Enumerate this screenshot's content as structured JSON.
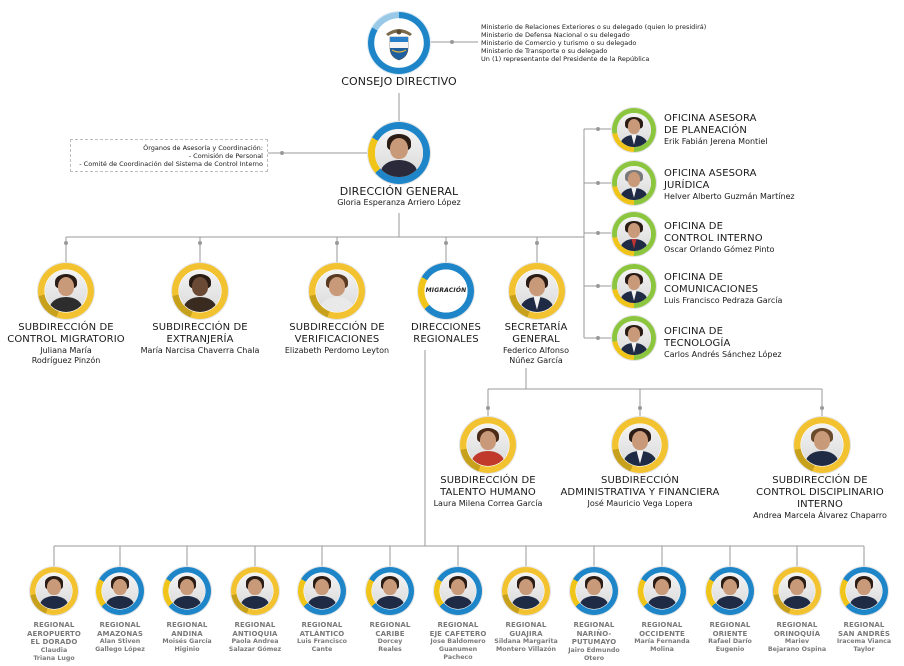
{
  "consejo": {
    "title": "CONSEJO DIRECTIVO",
    "members": [
      "Ministerio de Relaciones Exteriores o su delegado (quien lo presidirá)",
      "Ministerio de Defensa Nacional o su delegado",
      "Ministerio de Comercio y turismo o su delegado",
      "Ministerio de Transporte o su delegado",
      "Un (1) representante del Presidente de la República"
    ]
  },
  "organos": {
    "heading": "Órganos de Asesoría y Coordinación:",
    "items": [
      "- Comisión de Personal",
      "- Comité de Coordinación del Sistema de Control Interno"
    ]
  },
  "direccion": {
    "title": "DIRECCIÓN GENERAL",
    "name": "Gloria Esperanza Arriero López"
  },
  "oficinas": [
    {
      "title1": "OFICINA ASESORA",
      "title2": "DE PLANEACIÓN",
      "name": "Erik Fabián Jerena Montiel"
    },
    {
      "title1": "OFICINA ASESORA",
      "title2": "JURÍDICA",
      "name": "Helver Alberto Guzmán Martínez"
    },
    {
      "title1": "OFICINA DE",
      "title2": "CONTROL INTERNO",
      "name": "Oscar Orlando Gómez Pinto"
    },
    {
      "title1": "OFICINA DE",
      "title2": "COMUNICACIONES",
      "name": "Luis Francisco Pedraza García"
    },
    {
      "title1": "OFICINA DE",
      "title2": "TECNOLOGÍA",
      "name": "Carlos Andrés Sánchez López"
    }
  ],
  "subdirecciones": [
    {
      "title1": "SUBDIRECCIÓN DE",
      "title2": "CONTROL MIGRATORIO",
      "name1": "Juliana María",
      "name2": "Rodríguez Pinzón"
    },
    {
      "title1": "SUBDIRECCIÓN DE",
      "title2": "EXTRANJERÍA",
      "name1": "María Narcisa Chaverra Chala",
      "name2": ""
    },
    {
      "title1": "SUBDIRECCIÓN DE",
      "title2": "VERIFICACIONES",
      "name1": "Elizabeth Perdomo Leyton",
      "name2": ""
    },
    {
      "title1": "DIRECCIONES",
      "title2": "REGIONALES",
      "name1": "",
      "name2": "",
      "logo": "MIGRACIÓN"
    },
    {
      "title1": "SECRETARÍA",
      "title2": "GENERAL",
      "name1": "Federico Alfonso",
      "name2": "Núñez García"
    }
  ],
  "secretaria_subs": [
    {
      "title1": "SUBDIRECCIÓN DE",
      "title2": "TALENTO HUMANO",
      "name": "Laura Milena Correa García"
    },
    {
      "title1": "SUBDIRECCIÓN",
      "title2": "ADMINISTRATIVA Y FINANCIERA",
      "name": "José Mauricio Vega Lopera"
    },
    {
      "title1": "SUBDIRECCIÓN DE",
      "title2": "CONTROL DISCIPLINARIO INTERNO",
      "name": "Andrea Marcela Álvarez Chaparro"
    }
  ],
  "regionales": [
    {
      "t1": "REGIONAL",
      "t2": "AEROPUERTO",
      "t3": "EL DORADO",
      "n1": "Claudia",
      "n2": "Triana Lugo"
    },
    {
      "t1": "REGIONAL",
      "t2": "AMAZONAS",
      "t3": "",
      "n1": "Alan Stiven",
      "n2": "Gallego López"
    },
    {
      "t1": "REGIONAL",
      "t2": "ANDINA",
      "t3": "",
      "n1": "Moisés García",
      "n2": "Higinio"
    },
    {
      "t1": "REGIONAL",
      "t2": "ANTIOQUIA",
      "t3": "",
      "n1": "Paola Andrea",
      "n2": "Salazar Gómez"
    },
    {
      "t1": "REGIONAL",
      "t2": "ATLÁNTICO",
      "t3": "",
      "n1": "Luis Francisco",
      "n2": "Cante"
    },
    {
      "t1": "REGIONAL",
      "t2": "CARIBE",
      "t3": "",
      "n1": "Dorcey",
      "n2": "Reales"
    },
    {
      "t1": "REGIONAL",
      "t2": "EJE CAFETERO",
      "t3": "",
      "n1": "Jose Baldomero",
      "n2": "Guanumen",
      "n3": "Pacheco"
    },
    {
      "t1": "REGIONAL",
      "t2": "GUAJIRA",
      "t3": "",
      "n1": "Sildana Margarita",
      "n2": "Montero Villazón"
    },
    {
      "t1": "REGIONAL",
      "t2": "NARIÑO-",
      "t3": "PUTUMAYO",
      "n1": "Jairo Edmundo",
      "n2": "Otero"
    },
    {
      "t1": "REGIONAL",
      "t2": "OCCIDENTE",
      "t3": "",
      "n1": "María Fernanda",
      "n2": "Molina"
    },
    {
      "t1": "REGIONAL",
      "t2": "ORIENTE",
      "t3": "",
      "n1": "Rafael Darío",
      "n2": "Eugenio"
    },
    {
      "t1": "REGIONAL",
      "t2": "ORINOQUÍA",
      "t3": "",
      "n1": "Mariev",
      "n2": "Bejarano Ospina"
    },
    {
      "t1": "REGIONAL",
      "t2": "SAN ANDRÉS",
      "t3": "",
      "n1": "Iracema Vianca",
      "n2": "Taylor"
    }
  ],
  "colors": {
    "line": "#9a9a9a",
    "text": "#1a1a1a",
    "muted": "#7a7a7a",
    "gold": "#f2c230",
    "blue": "#1e86c8",
    "green": "#8cc63f"
  }
}
